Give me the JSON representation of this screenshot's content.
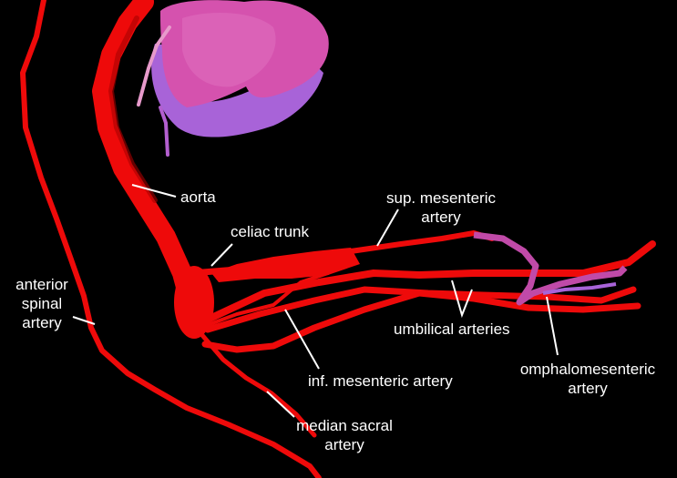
{
  "labels": {
    "aorta": "aorta",
    "celiac": "celiac trunk",
    "sup_line1": "sup. mesenteric",
    "sup_line2": "artery",
    "spinal_line1": "anterior",
    "spinal_line2": "spinal",
    "spinal_line3": "artery",
    "umbilical": "umbilical arteries",
    "omphalo_line1": "omphalomesenteric",
    "omphalo_line2": "artery",
    "inf_mesenteric": "inf. mesenteric artery",
    "sacral_line1": "median sacral",
    "sacral_line2": "artery"
  },
  "colors": {
    "background": "#000000",
    "artery": "#ee0a0a",
    "artery_dark": "#a80000",
    "heart_pink": "#d552ae",
    "heart_violet": "#a863d8",
    "omphalo": "#c04aa8",
    "leader": "#ffffff"
  }
}
